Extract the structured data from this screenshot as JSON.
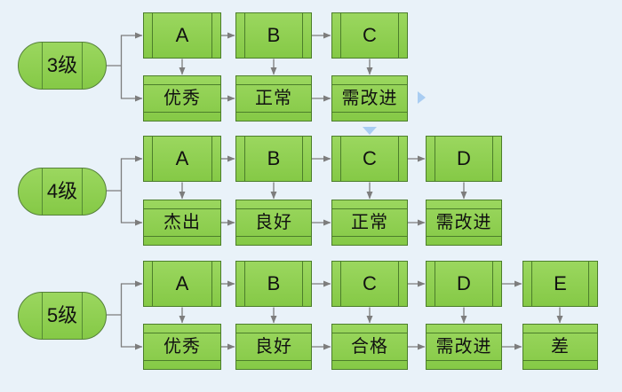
{
  "diagram": {
    "rows": [
      {
        "source": "3级",
        "grades": [
          "A",
          "B",
          "C"
        ],
        "labels": [
          "优秀",
          "正常",
          "需改进"
        ]
      },
      {
        "source": "4级",
        "grades": [
          "A",
          "B",
          "C",
          "D"
        ],
        "labels": [
          "杰出",
          "良好",
          "正常",
          "需改进"
        ]
      },
      {
        "source": "5级",
        "grades": [
          "A",
          "B",
          "C",
          "D",
          "E"
        ],
        "labels": [
          "优秀",
          "良好",
          "合格",
          "需改进",
          "差"
        ]
      }
    ]
  },
  "colors": {
    "background": "#E9F2F9",
    "shape_fill_top": "#9BD75F",
    "shape_fill_bottom": "#85C946",
    "shape_border": "#4C7E2B",
    "connector": "#7D7D7D",
    "nav_arrow": "#A9CDF2",
    "text": "#111111"
  },
  "icons": {
    "page_nav_right": "right-triangle",
    "page_nav_down": "down-triangle"
  }
}
